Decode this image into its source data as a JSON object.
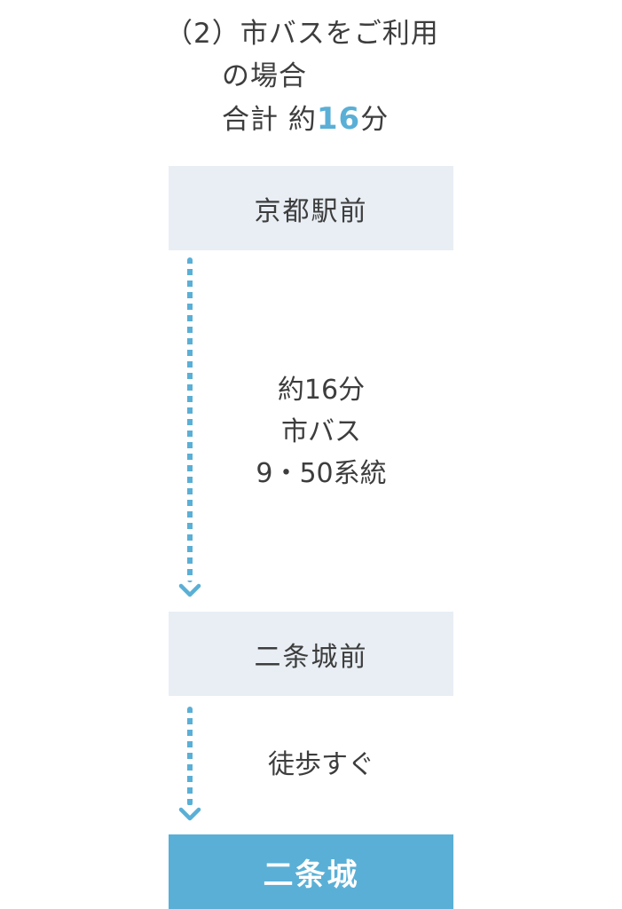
{
  "heading": {
    "line1": "（2）市バスをご利用",
    "line2": "の場合",
    "total_prefix": "合計 約",
    "total_minutes": "16",
    "total_suffix": "分"
  },
  "route": {
    "origin": "京都駅前",
    "leg1": {
      "time": "約16分",
      "mode": "市バス",
      "lines": "9・50系統"
    },
    "stop": "二条城前",
    "leg2": {
      "note": "徒歩すぐ"
    },
    "destination": "二条城"
  },
  "colors": {
    "accent": "#5aafd6",
    "station_bg": "#e8eef4",
    "text": "#3d3d3d"
  },
  "icons": {
    "connector_arrow": "dotted-down-arrow-icon"
  }
}
